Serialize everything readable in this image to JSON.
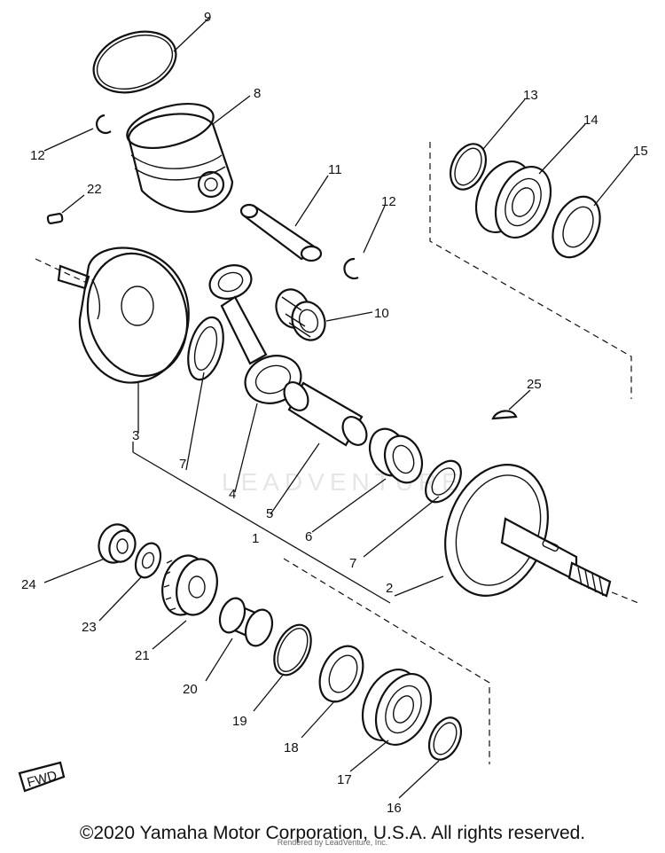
{
  "watermark": "LEADVENTURE",
  "fwd_label": "FWD",
  "footer": {
    "copyright": "©2020 Yamaha Motor Corporation, U.S.A. All rights reserved.",
    "rendered_by": "Rendered by LeadVenture, Inc."
  },
  "callouts": [
    "9",
    "8",
    "12",
    "22",
    "11",
    "12",
    "13",
    "14",
    "15",
    "10",
    "25",
    "3",
    "7",
    "4",
    "5",
    "1",
    "6",
    "7",
    "2",
    "24",
    "23",
    "21",
    "20",
    "19",
    "18",
    "17",
    "16"
  ]
}
